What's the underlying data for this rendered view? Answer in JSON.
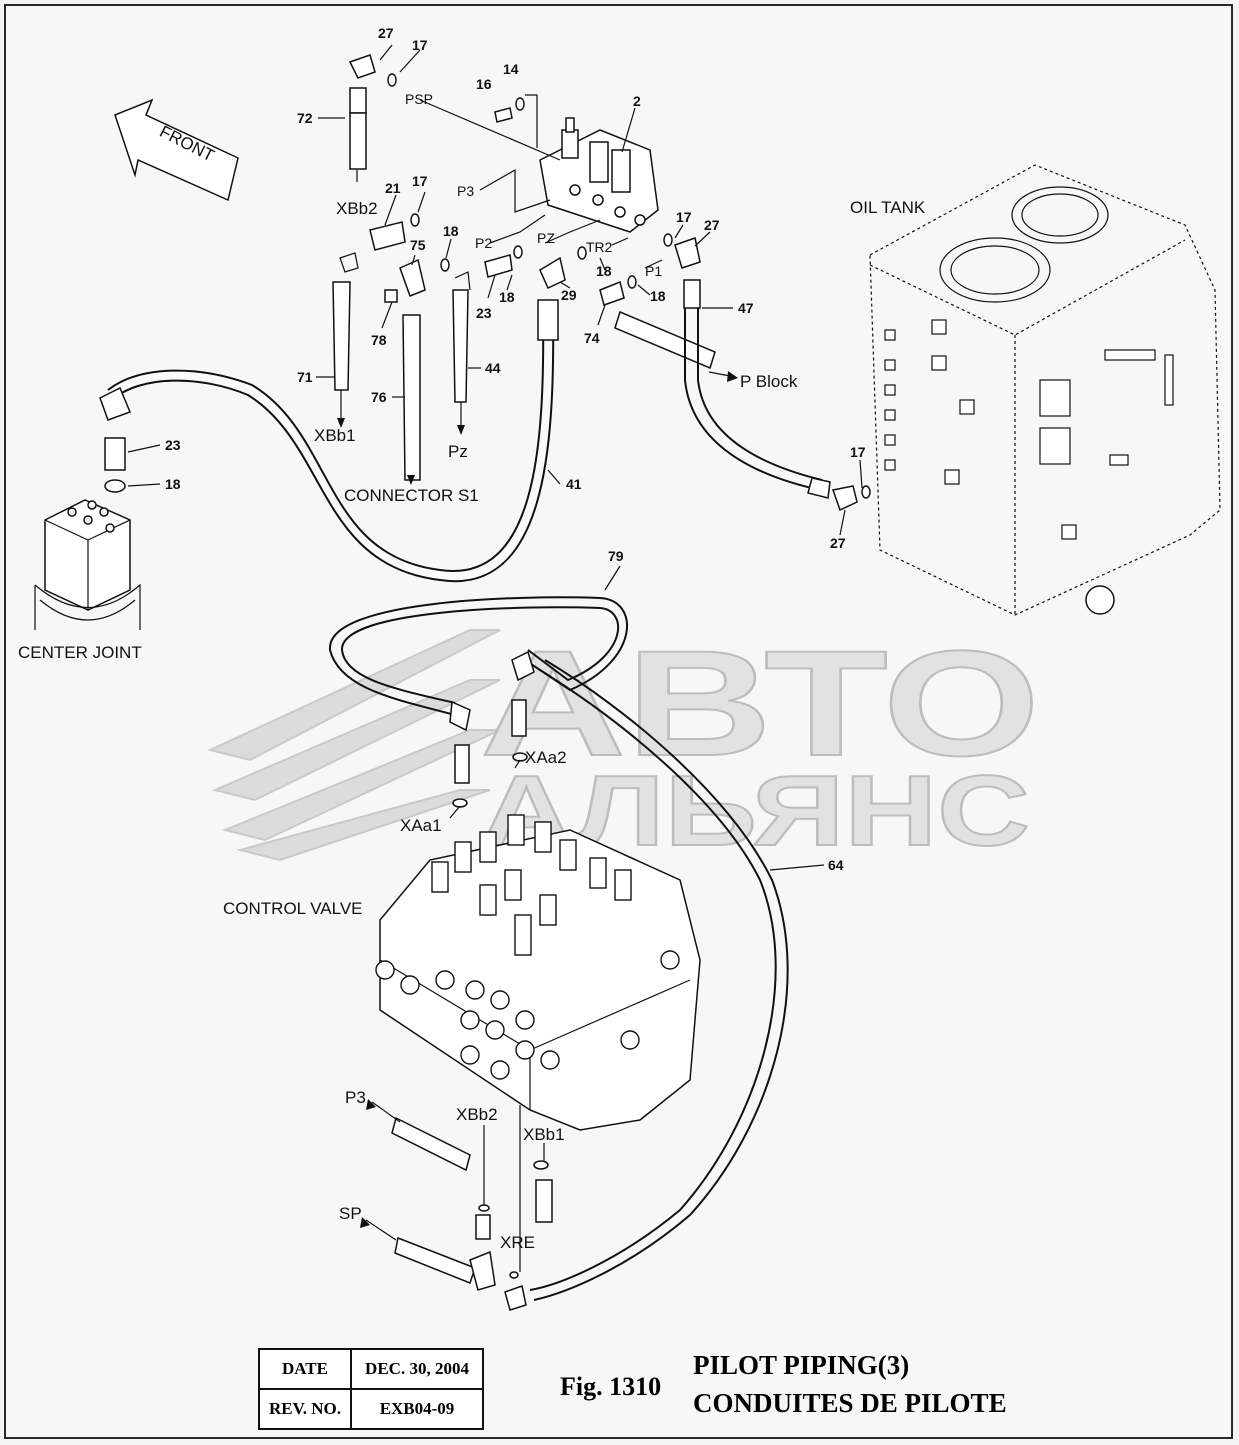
{
  "labels": {
    "front": "FRONT",
    "oil_tank": "OIL TANK",
    "center_joint": "CENTER JOINT",
    "control_valve": "CONTROL VALVE",
    "connector_s1": "CONNECTOR S1",
    "p_block": "P Block",
    "xbb2_top": "XBb2",
    "xbb1_top": "XBb1",
    "pz_top": "Pz",
    "psp": "PSP",
    "p3_port": "P3",
    "p2_port": "P2",
    "pz_port": "PZ",
    "tr2_port": "TR2",
    "p1_port": "P1",
    "xaa1": "XAa1",
    "xaa2": "XAa2",
    "p3_bottom": "P3",
    "xbb2_bottom": "XBb2",
    "xbb1_bottom": "XBb1",
    "sp": "SP",
    "xre": "XRE"
  },
  "part_numbers": {
    "n27a": "27",
    "n17a": "17",
    "n72": "72",
    "n14": "14",
    "n16": "16",
    "n2": "2",
    "n21": "21",
    "n17b": "17",
    "n18a": "18",
    "n75": "75",
    "n17c": "17",
    "n27b": "27",
    "n18b": "18",
    "n23a": "23",
    "n29": "29",
    "n18c": "18",
    "n18d": "18",
    "n74": "74",
    "n47": "47",
    "n78": "78",
    "n71": "71",
    "n76": "76",
    "n44": "44",
    "n23b": "23",
    "n18e": "18",
    "n41": "41",
    "n17d": "17",
    "n27c": "27",
    "n79": "79",
    "n64": "64"
  },
  "watermark": {
    "line1": "АВТО",
    "line2": "АЛЬЯНС"
  },
  "title_block": {
    "date_label": "DATE",
    "date_value": "DEC. 30, 2004",
    "rev_label": "REV. NO.",
    "rev_value": "EXB04-09"
  },
  "figure": {
    "number": "Fig. 1310",
    "title_en": "PILOT PIPING(3)",
    "title_fr": "CONDUITES DE PILOTE"
  }
}
